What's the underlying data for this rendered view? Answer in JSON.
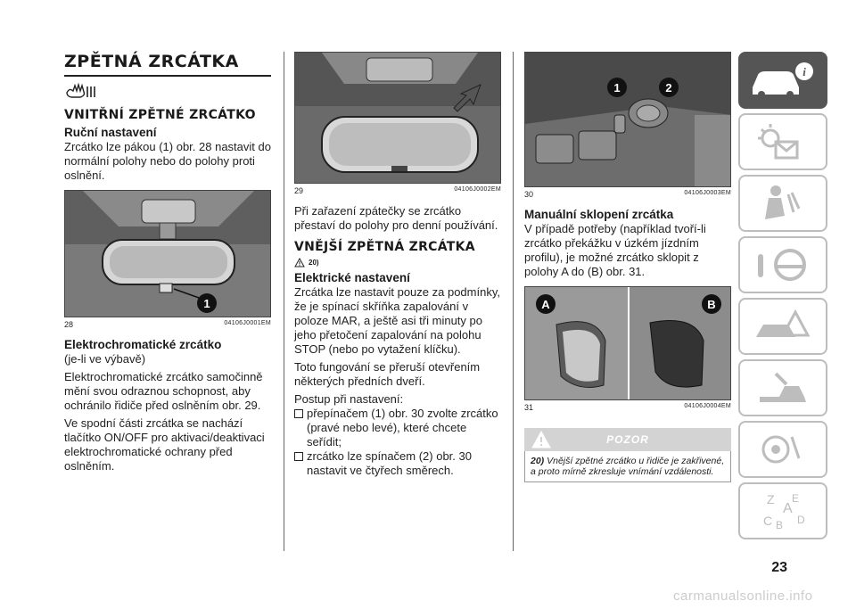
{
  "col1": {
    "title": "ZPĚTNÁ ZRCÁTKA",
    "h_inner": "VNITŘNÍ ZPĚTNÉ ZRCÁTKO",
    "h_manual": "Ruční nastavení",
    "p_manual": "Zrcátko lze pákou (1) obr. 28 nastavit do normální polohy nebo do polohy proti oslnění.",
    "fig": {
      "num": "28",
      "code": "04106J0001EM",
      "badge": "1"
    },
    "h_electro": "Elektrochromatické zrcátko",
    "p_electro_1": "(je-li ve výbavě)",
    "p_electro_2": "Elektrochromatické zrcátko samočinně mění svou odraznou schopnost, aby ochránilo řidiče před oslněním obr. 29.",
    "p_electro_3": "Ve spodní části zrcátka se nachází tlačítko ON/OFF pro aktivaci/deaktivaci elektrochromatické ochrany před oslněním."
  },
  "col2": {
    "fig": {
      "num": "29",
      "code": "04106J0002EM"
    },
    "p_start": "Při zařazení zpátečky se zrcátko přestaví do polohy pro denní používání.",
    "h_outer": "VNĚJŠÍ ZPĚTNÁ ZRCÁTKA",
    "ref": "20)",
    "h_elec": "Elektrické nastavení",
    "p_elec_1": "Zrcátka lze nastavit pouze za podmínky, že je spínací skříňka zapalování v poloze MAR, a ještě asi tři minuty po jeho přetočení zapalování na polohu STOP (nebo po vytažení klíčku).",
    "p_elec_2": "Toto fungování se přeruší otevřením některých předních dveří.",
    "p_elec_3": "Postup při nastavení:",
    "b1": "přepínačem (1) obr. 30 zvolte zrcátko (pravé nebo levé), které chcete seřídit;",
    "b2": "zrcátko lze spínačem (2) obr. 30 nastavit ve čtyřech směrech."
  },
  "col3": {
    "fig30": {
      "num": "30",
      "code": "04106J0003EM",
      "badge1": "1",
      "badge2": "2"
    },
    "h_fold": "Manuální sklopení zrcátka",
    "p_fold": "V případě potřeby (například tvoří-li zrcátko překážku v úzkém jízdním profilu), je možné zrcátko sklopit z polohy A do (B) obr. 31.",
    "fig31": {
      "num": "31",
      "code": "04106J0004EM",
      "badgeA": "A",
      "badgeB": "B"
    },
    "warn_label": "POZOR",
    "note_ref": "20)",
    "note_text": "Vnější zpětné zrcátko u řidiče je zakřivené, a proto mírně zkresluje vnímání vzdálenosti."
  },
  "page_number": "23",
  "watermark": "carmanualsonline.info",
  "sidebar_icons": [
    "car-info-icon",
    "warning-lights-icon",
    "airbag-icon",
    "steering-icon",
    "breakdown-icon",
    "maintenance-icon",
    "multimedia-icon",
    "index-icon"
  ],
  "index_letters": [
    "Z",
    "C",
    "E",
    "A",
    "B",
    "D"
  ]
}
